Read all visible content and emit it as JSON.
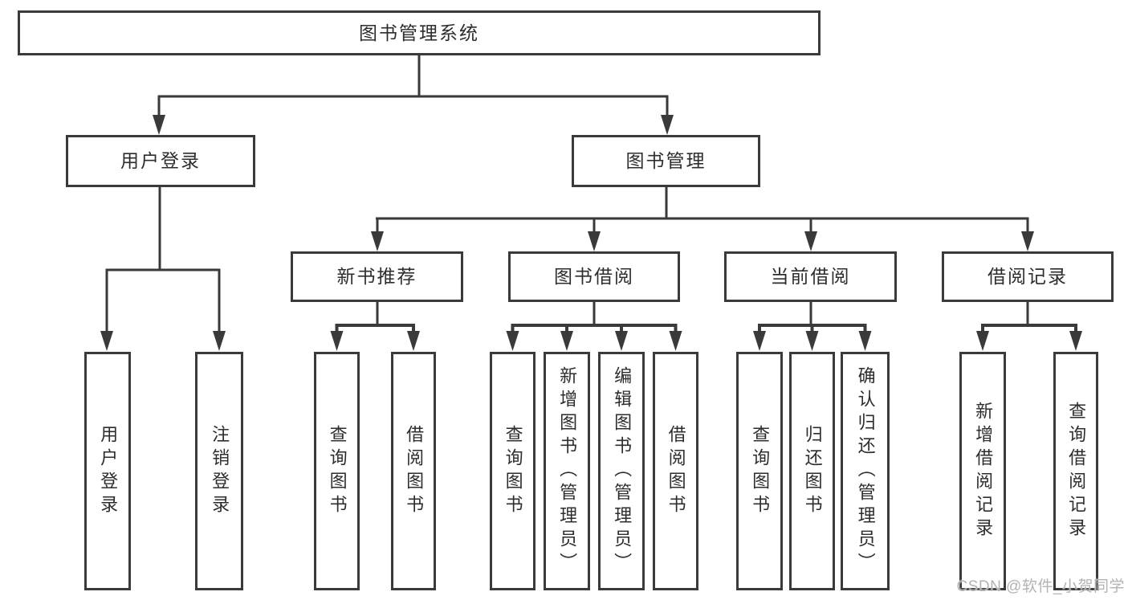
{
  "diagram": {
    "title": "图书管理系统",
    "branches": [
      {
        "label": "用户登录",
        "children": [
          "用户登录",
          "注销登录"
        ]
      },
      {
        "label": "图书管理",
        "groups": [
          {
            "label": "新书推荐",
            "children": [
              "查询图书",
              "借阅图书"
            ]
          },
          {
            "label": "图书借阅",
            "children": [
              "查询图书",
              "新增图书（管理员）",
              "编辑图书（管理员）",
              "借阅图书"
            ]
          },
          {
            "label": "当前借阅",
            "children": [
              "查询图书",
              "归还图书",
              "确认归还（管理员）"
            ]
          },
          {
            "label": "借阅记录",
            "children": [
              "新增借阅记录",
              "查询借阅记录"
            ]
          }
        ]
      }
    ]
  },
  "watermark": "CSDN @软件_小贺同学",
  "colors": {
    "line": "#3a3a3a",
    "text": "#2d2d2d",
    "background": "#ffffff",
    "watermark": "#b3b3b3"
  }
}
